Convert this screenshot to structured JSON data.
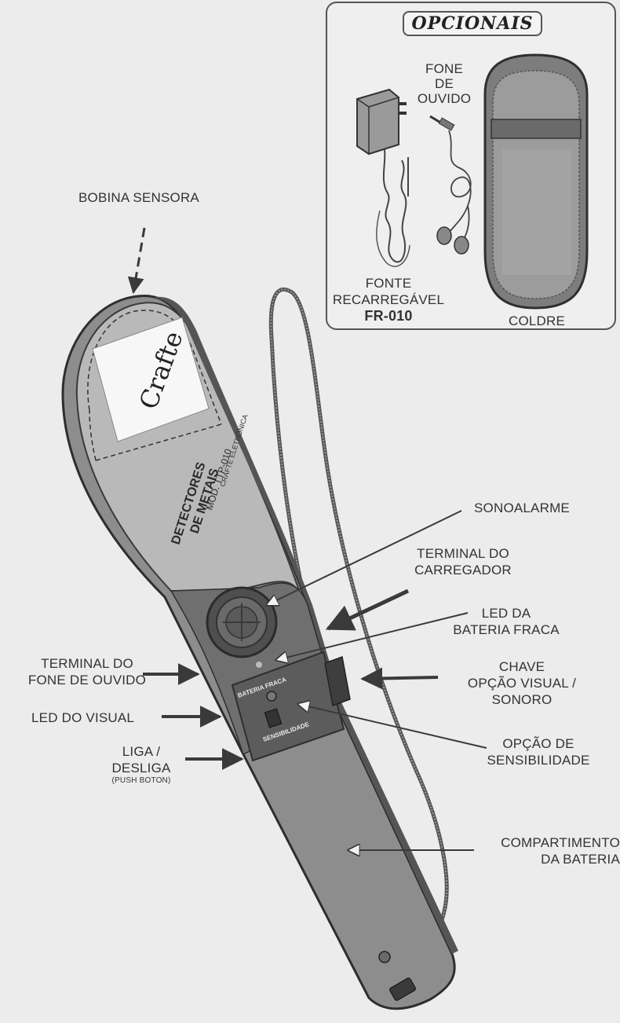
{
  "optionals": {
    "title": "OPCIONAIS",
    "earphone": [
      "FONE",
      "DE",
      "OUVIDO"
    ],
    "charger": [
      "FONTE",
      "RECARREGÁVEL"
    ],
    "charger_model": "FR-010",
    "holster": "COLDRE"
  },
  "device": {
    "brand": "Crafte",
    "plate_line1": "DETECTORES",
    "plate_line2": "DE METAIS",
    "plate_line3": "MOD. TTP-010",
    "plate_line4": "CRAFTE ELETRÔNICA",
    "panel_battery": "BATERIA FRACA",
    "panel_sens": "SENSIBILIDADE"
  },
  "callouts": {
    "coil": "BOBINA SENSORA",
    "sonoalarm": "SONOALARME",
    "charger_terminal": [
      "TERMINAL DO",
      "CARREGADOR"
    ],
    "battery_led": [
      "LED DA",
      "BATERIA FRACA"
    ],
    "switch": [
      "CHAVE",
      "OPÇÃO VISUAL /",
      "SONORO"
    ],
    "sensitivity": [
      "OPÇÃO DE",
      "SENSIBILIDADE"
    ],
    "battery_compartment": [
      "COMPARTIMENTO",
      "DA BATERIA"
    ],
    "earphone_terminal": [
      "TERMINAL DO",
      "FONE DE OUVIDO"
    ],
    "visual_led": "LED DO VISUAL",
    "power": [
      "LIGA /",
      "DESLIGA"
    ],
    "power_note": "(PUSH BOTON)"
  },
  "colors": {
    "paper": "#ececec",
    "device": "#8a8a8a",
    "device_dark": "#4a4a4a",
    "ink": "#2b2b2b"
  }
}
